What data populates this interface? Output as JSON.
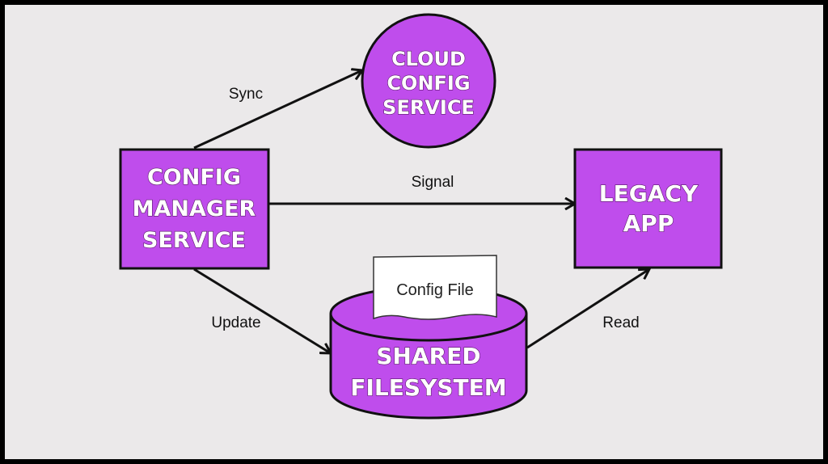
{
  "colors": {
    "node_fill": "#bf4dec",
    "stroke": "#111111",
    "background": "#ebe9ea",
    "document_fill": "#ffffff"
  },
  "nodes": {
    "cloud": {
      "lines": [
        "CLOUD",
        "CONFIG",
        "SERVICE"
      ]
    },
    "config_manager": {
      "lines": [
        "CONFIG",
        "MANAGER",
        "SERVICE"
      ]
    },
    "legacy_app": {
      "lines": [
        "LEGACY",
        "APP"
      ]
    },
    "shared_fs": {
      "lines": [
        "SHARED",
        "FILESYSTEM"
      ]
    },
    "config_file": {
      "label": "Config File"
    }
  },
  "edges": {
    "sync": "Sync",
    "signal": "Signal",
    "update": "Update",
    "read": "Read"
  }
}
